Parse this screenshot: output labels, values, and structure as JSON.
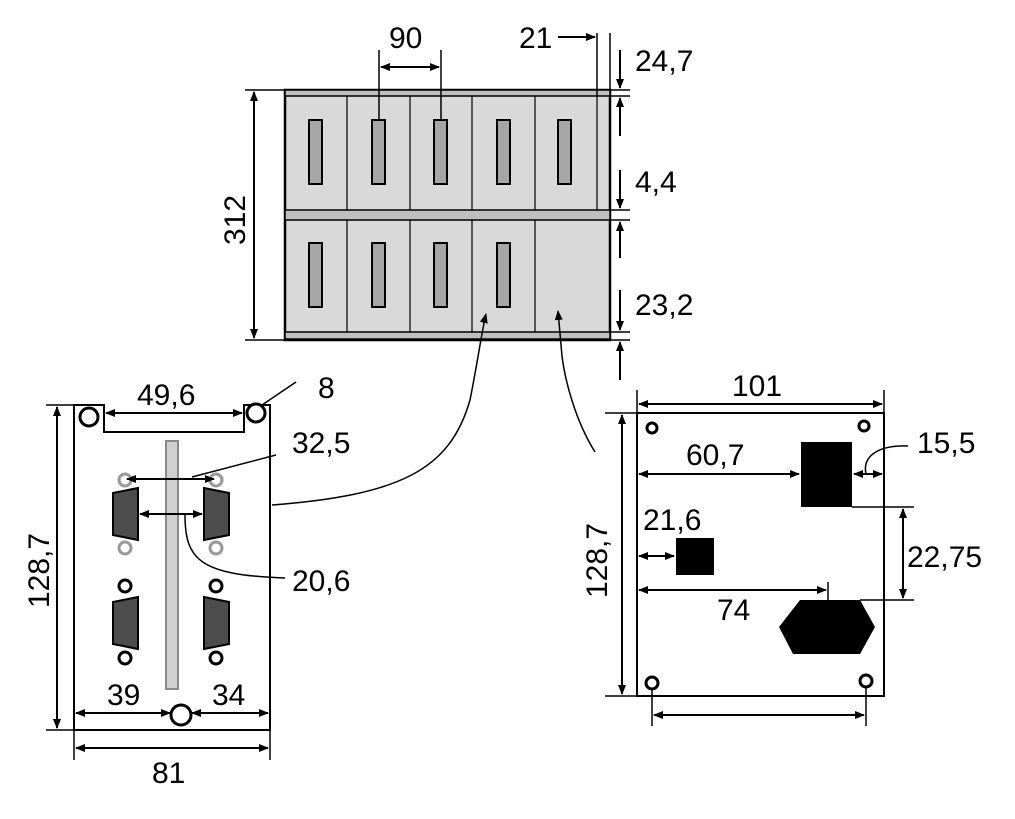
{
  "top_view": {
    "dim_slot_pitch": "90",
    "dim_side_gap": "21",
    "dim_top_rail": "24,7",
    "dim_mid_rail": "4,4",
    "dim_bottom_rail": "23,2",
    "dim_height": "312"
  },
  "left_board": {
    "dim_hole_spacing": "49,6",
    "dim_hole_dia": "8",
    "dim_connector_spacing": "32,5",
    "dim_connector_offset": "20,6",
    "dim_height": "128,7",
    "dim_left": "39",
    "dim_right": "34",
    "dim_width": "81"
  },
  "right_board": {
    "dim_width": "101",
    "dim_height": "128,7",
    "dim_block_x": "60,7",
    "dim_block_right": "15,5",
    "dim_small_x": "21,6",
    "dim_vertical": "22,75",
    "dim_connector_x": "74"
  },
  "colors": {
    "panel_fill": "#d9d9d9",
    "slot_fill": "#a6a6a6",
    "connector_fill": "#4d4d4d",
    "rail_fill": "#bfbfbf",
    "component_fill": "#000000"
  }
}
